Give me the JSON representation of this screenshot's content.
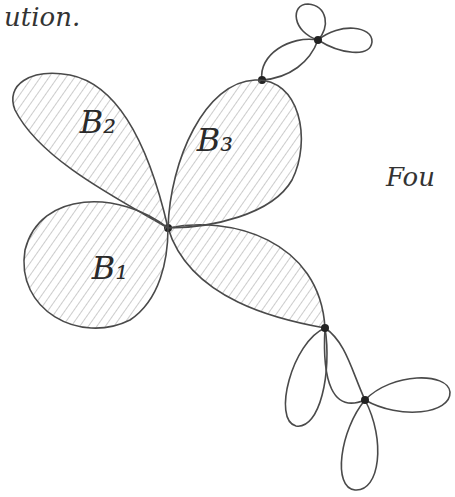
{
  "diagram": {
    "nodes": [
      {
        "text": [
          "B₂"
        ]
      },
      {
        "text": [
          "B₃"
        ]
      },
      {
        "text": [
          "B₁"
        ]
      }
    ],
    "labels": [
      "ution.",
      "Fou"
    ]
  }
}
